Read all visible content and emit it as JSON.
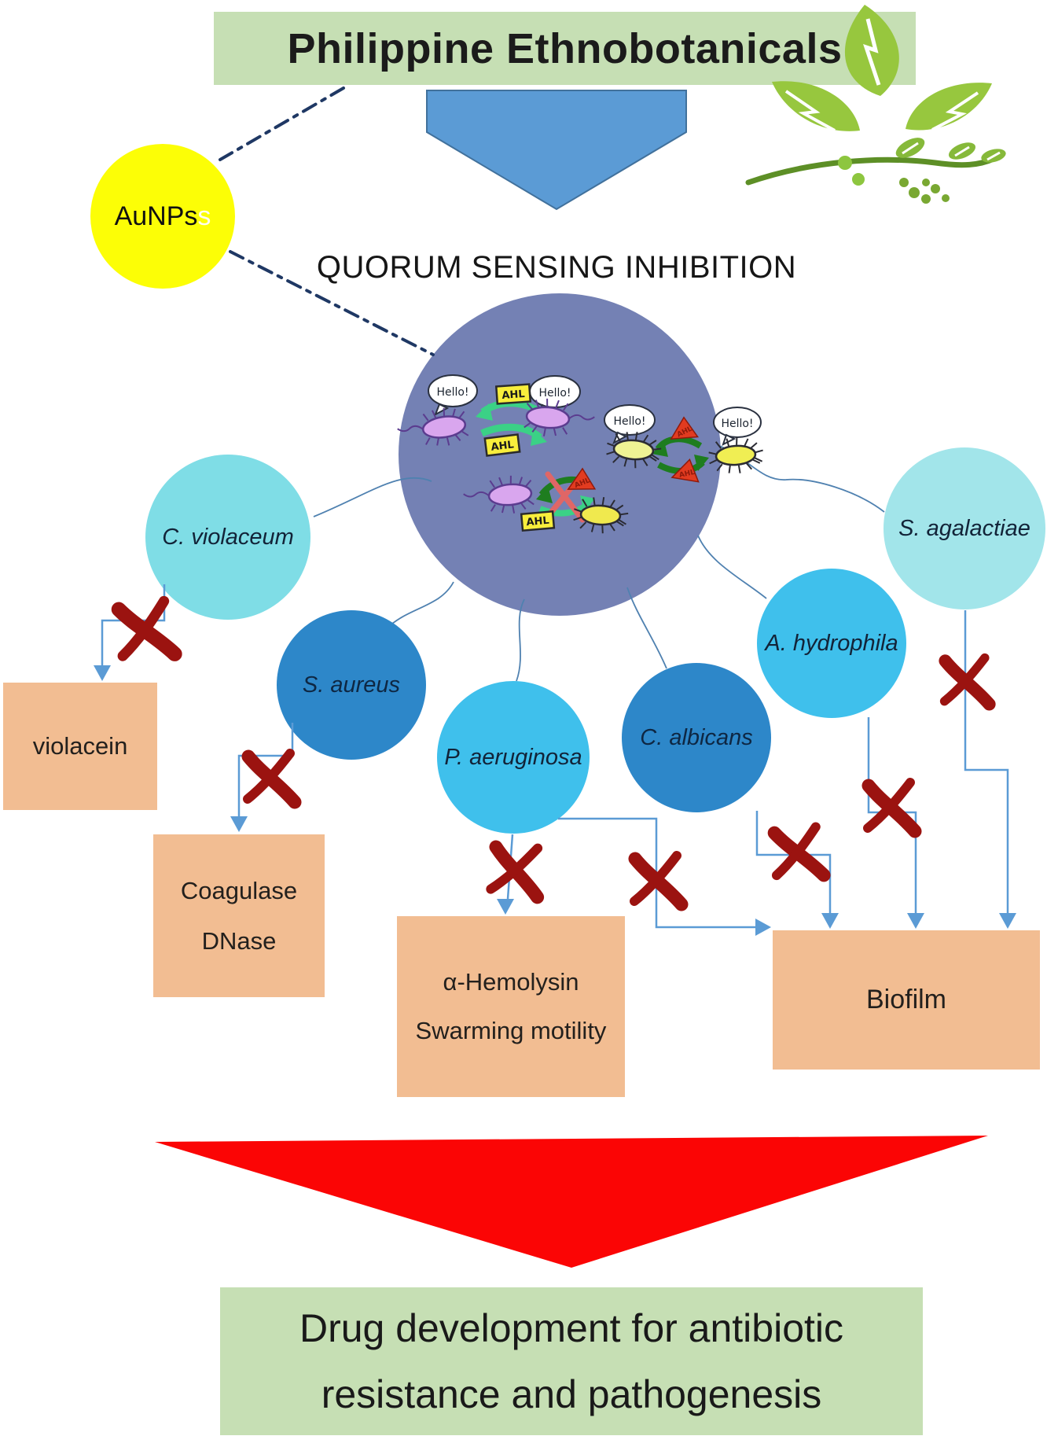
{
  "colors": {
    "box_green": "#c6dfb4",
    "accent_blue": "#5b9bd5",
    "central_circle": "#7481b4",
    "light_cyan_circle": "#7fdde6",
    "lighter_cyan_circle": "#a2e5ea",
    "medium_blue_circle": "#2d87c9",
    "bright_cyan_circle": "#3fc0ec",
    "peach_box": "#f2bd92",
    "inhibit_x_red": "#9b1310",
    "funnel_red": "#fb0505",
    "aunps_yellow": "#fcfe06",
    "leaf_green": "#97c73e",
    "dash_line_navy": "#1f3864"
  },
  "header": {
    "title": "Philippine Ethnobotanicals"
  },
  "aunps": {
    "label": "AuNPs",
    "ghost_suffix": "s"
  },
  "qs": {
    "title": "QUORUM SENSING INHIBITION"
  },
  "bubbles": {
    "hello_full": "Hello!"
  },
  "ahl": "AHL",
  "organisms": {
    "c_violaceum": "C. violaceum",
    "s_aureus": "S. aureus",
    "p_aeruginosa": "P. aeruginosa",
    "c_albicans": "C. albicans",
    "a_hydrophila": "A. hydrophila",
    "s_agalactiae": "S. agalactiae"
  },
  "products": {
    "violacein": "violacein",
    "coagulase": "Coagulase",
    "dnase": "DNase",
    "hemolysin": "α-Hemolysin",
    "swarming": "Swarming motility",
    "biofilm": "Biofilm"
  },
  "footer": {
    "line1": "Drug development for antibiotic",
    "line2": "resistance and pathogenesis"
  }
}
